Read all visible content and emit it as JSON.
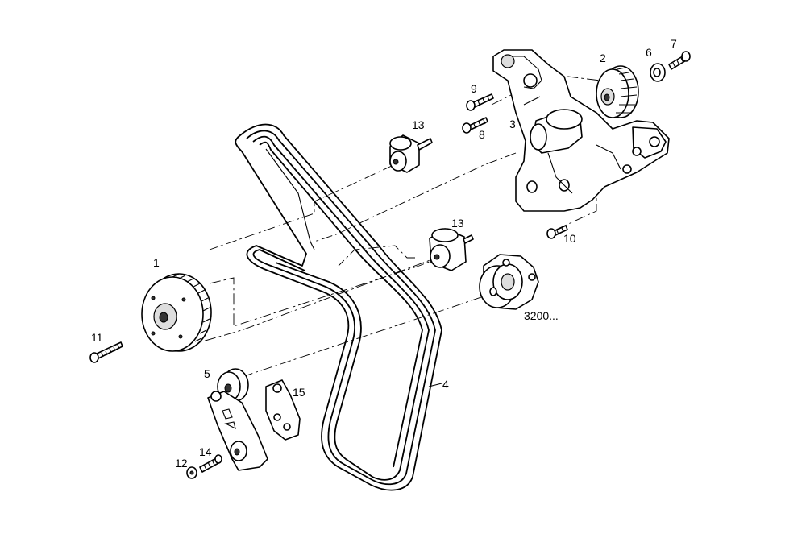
{
  "diagram": {
    "callouts": {
      "c1": "1",
      "c2": "2",
      "c3": "3",
      "c4": "4",
      "c5": "5",
      "c6": "6",
      "c7": "7",
      "c8": "8",
      "c9": "9",
      "c10": "10",
      "c11": "11",
      "c12": "12",
      "c13a": "13",
      "c13b": "13",
      "c14": "14",
      "c15": "15",
      "c3200": "3200..."
    }
  }
}
